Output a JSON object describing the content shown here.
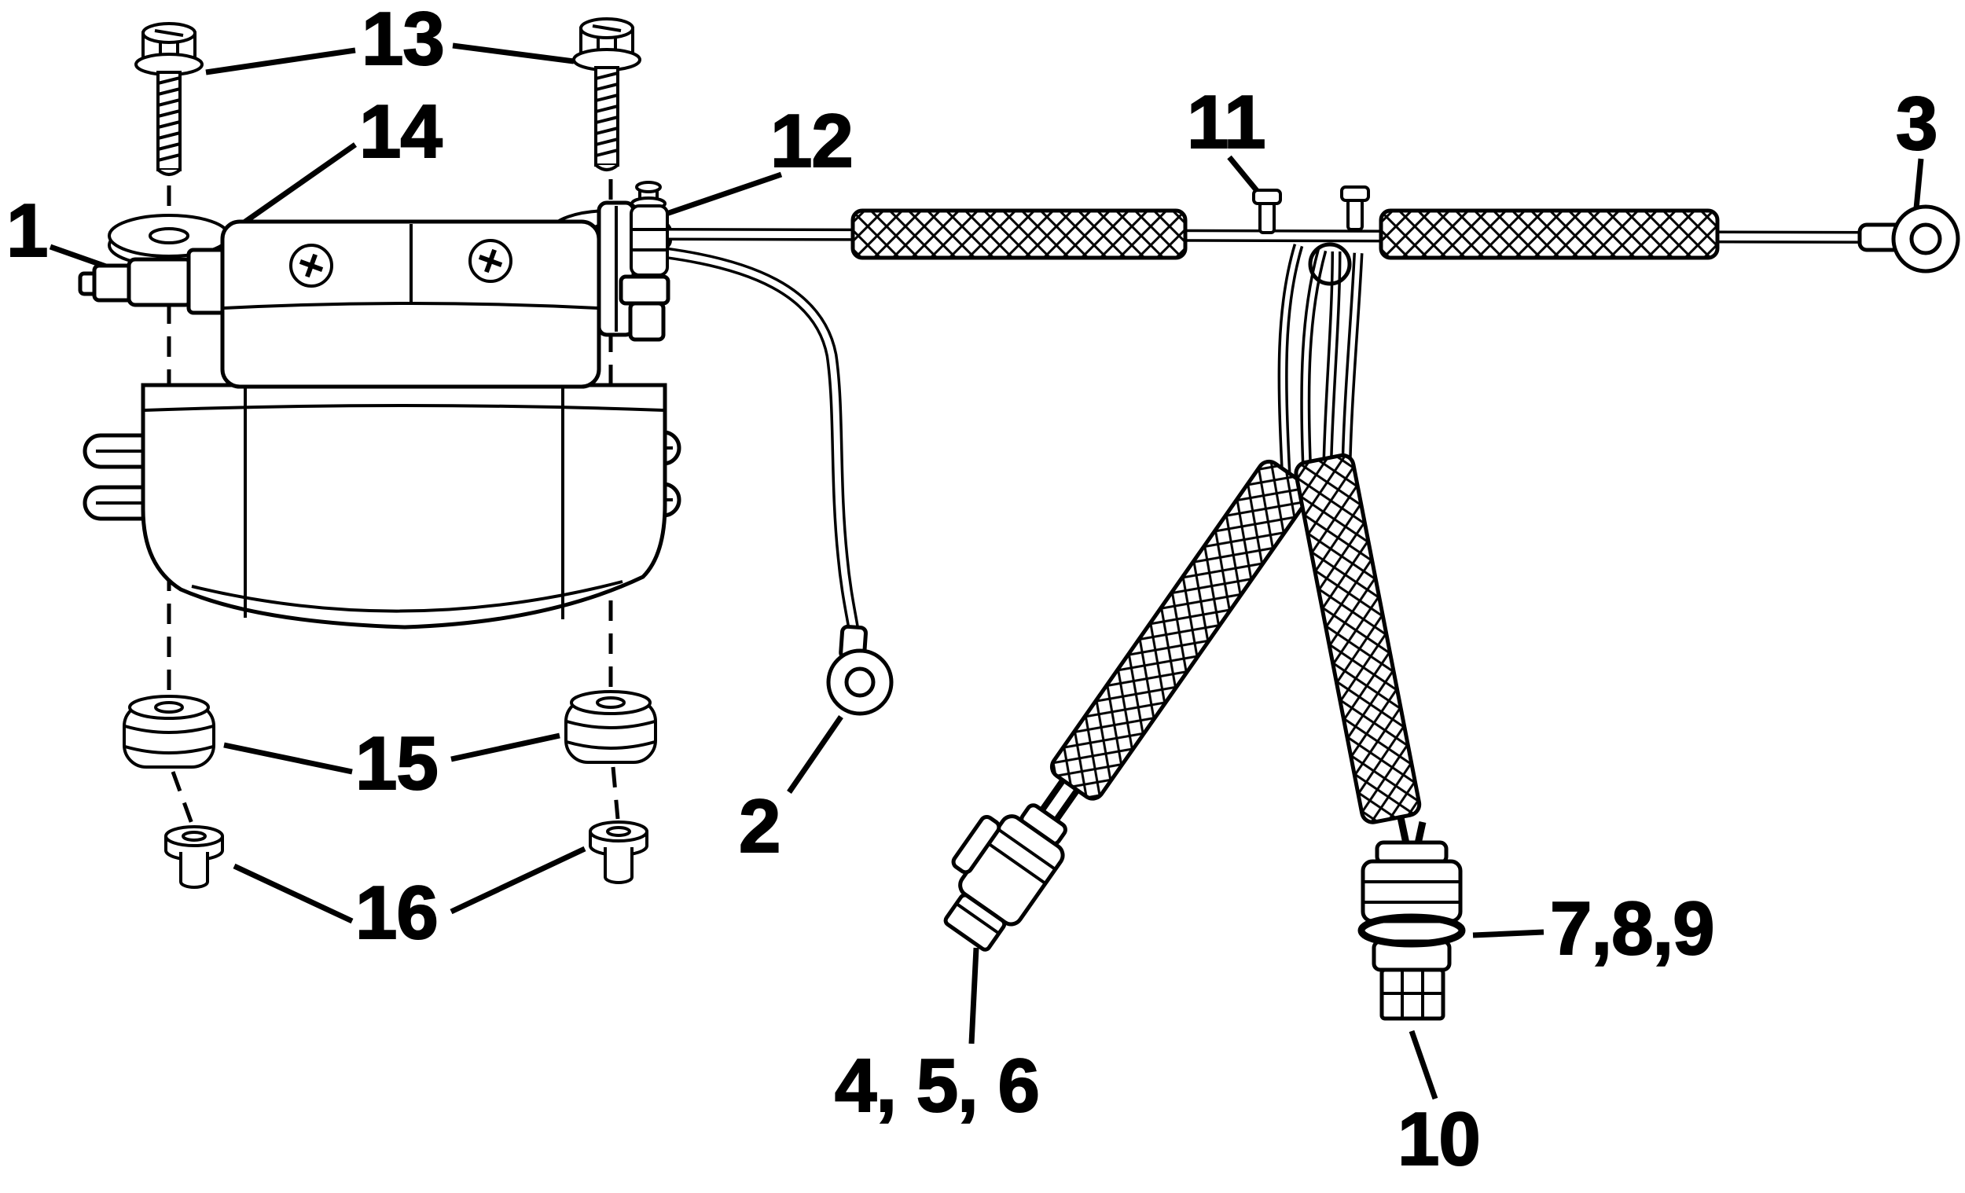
{
  "diagram": {
    "kind": "exploded-parts-diagram",
    "subject": "electrical-relay-and-wiring-harness",
    "background": "#ffffff",
    "ink": "#000000",
    "callouts": {
      "c1": {
        "label": "1"
      },
      "c2": {
        "label": "2"
      },
      "c3": {
        "label": "3"
      },
      "c456": {
        "label": "4, 5, 6"
      },
      "c789": {
        "label": "7,8,9"
      },
      "c10": {
        "label": "10"
      },
      "c11": {
        "label": "11"
      },
      "c12": {
        "label": "12"
      },
      "c13": {
        "label": "13"
      },
      "c14": {
        "label": "14"
      },
      "c15": {
        "label": "15"
      },
      "c16": {
        "label": "16"
      }
    }
  }
}
